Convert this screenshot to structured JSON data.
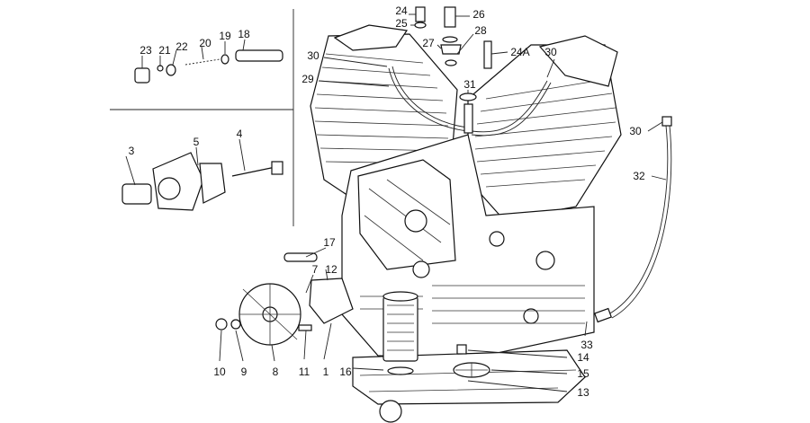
{
  "diagram": {
    "parts": {
      "p1": "1",
      "p3": "3",
      "p4": "4",
      "p5": "5",
      "p7": "7",
      "p8": "8",
      "p9": "9",
      "p10": "10",
      "p11": "11",
      "p12": "12",
      "p13": "13",
      "p14": "14",
      "p15": "15",
      "p16": "16",
      "p17": "17",
      "p18": "18",
      "p19": "19",
      "p20": "20",
      "p21": "21",
      "p22": "22",
      "p23": "23",
      "p24": "24",
      "p24a": "24A",
      "p25": "25",
      "p26": "26",
      "p27": "27",
      "p28": "28",
      "p29": "29",
      "p30a": "30",
      "p30b": "30",
      "p30c": "30",
      "p31": "31",
      "p32": "32",
      "p33": "33"
    }
  }
}
